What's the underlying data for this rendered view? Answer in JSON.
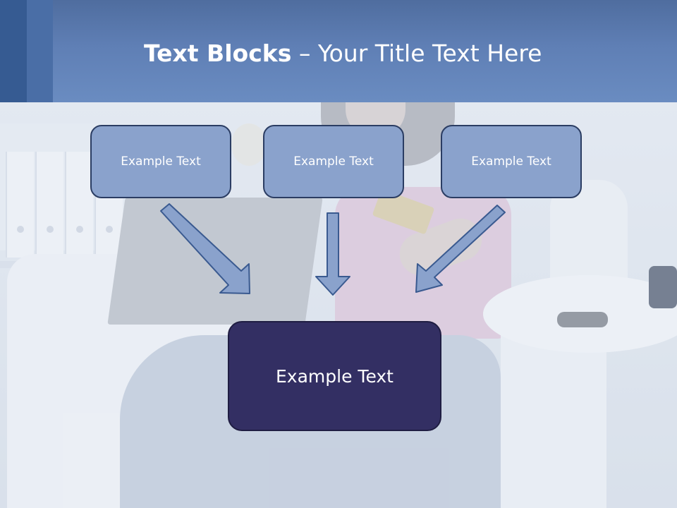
{
  "slide": {
    "title_bold": "Text Blocks",
    "title_dash": "–",
    "title_rest": "Your Title Text Here"
  },
  "blocks": [
    {
      "label": "Example Text"
    },
    {
      "label": "Example Text"
    },
    {
      "label": "Example Text"
    }
  ],
  "main_block": {
    "label": "Example Text"
  },
  "colors": {
    "header": "#5f7fb5",
    "small_box_fill": "#8aa2cc",
    "small_box_border": "#2b3d63",
    "main_box_fill": "#332f63",
    "arrow_fill": "#8aa2cc",
    "arrow_stroke": "#3a5a90"
  }
}
